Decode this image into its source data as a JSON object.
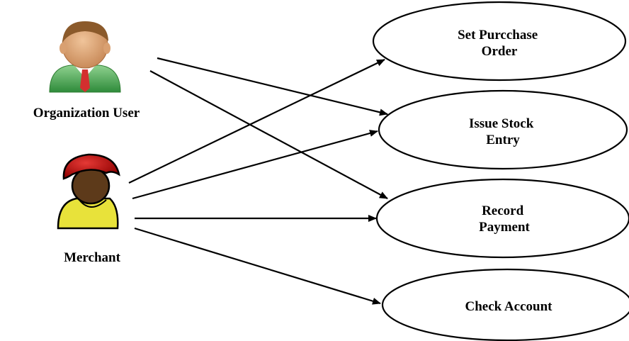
{
  "actors": [
    {
      "id": "org",
      "name": "Organization User",
      "icon": "business-user-icon"
    },
    {
      "id": "merchant",
      "name": "Merchant",
      "icon": "merchant-person-icon"
    }
  ],
  "use_cases": [
    {
      "id": "purchase",
      "lines": [
        "Set Purcchase",
        "Order"
      ]
    },
    {
      "id": "stock",
      "lines": [
        "Issue Stock",
        "Entry"
      ]
    },
    {
      "id": "payment",
      "lines": [
        "Record",
        "Payment"
      ]
    },
    {
      "id": "account",
      "lines": [
        "Check Account"
      ]
    }
  ],
  "associations": [
    {
      "from": "org",
      "to": "stock"
    },
    {
      "from": "org",
      "to": "payment"
    },
    {
      "from": "merchant",
      "to": "purchase"
    },
    {
      "from": "merchant",
      "to": "stock"
    },
    {
      "from": "merchant",
      "to": "payment"
    },
    {
      "from": "merchant",
      "to": "account"
    }
  ],
  "colors": {
    "line": "#000000",
    "org_skin": "#d9a071",
    "org_hair": "#8b5a2b",
    "org_shirt": "#4caf50",
    "org_tie": "#d32f2f",
    "merchant_hair": "#b71c1c",
    "merchant_skin": "#5d3a1a",
    "merchant_shirt": "#e8e23a"
  }
}
